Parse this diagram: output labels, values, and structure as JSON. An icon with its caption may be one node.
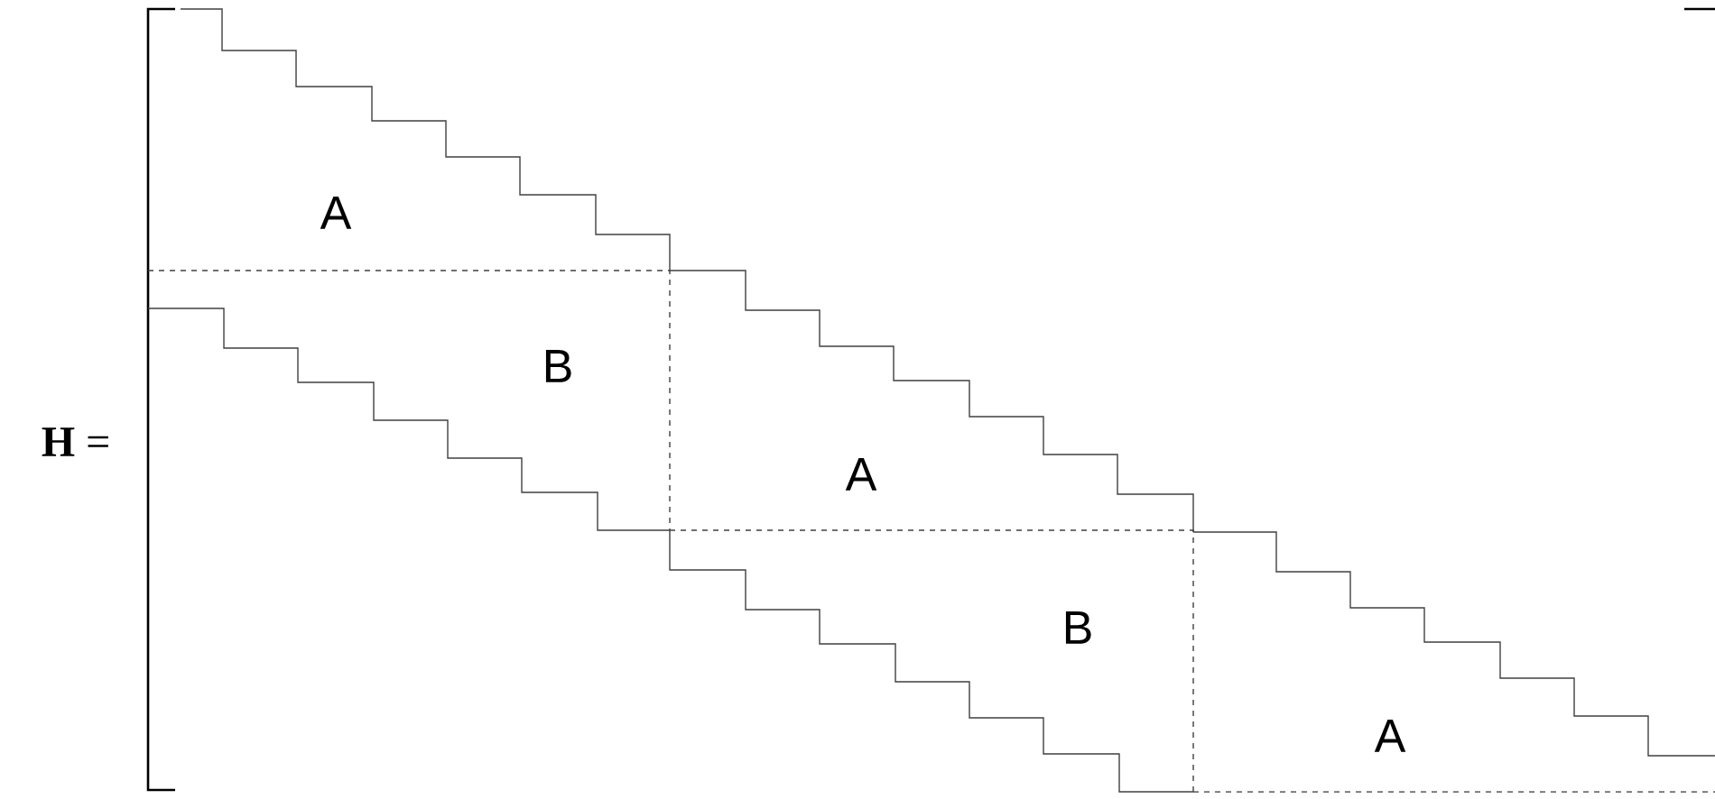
{
  "diagram": {
    "labels": [
      "**H** =",
      "A",
      "B",
      "A",
      "B",
      "A"
    ]
  }
}
